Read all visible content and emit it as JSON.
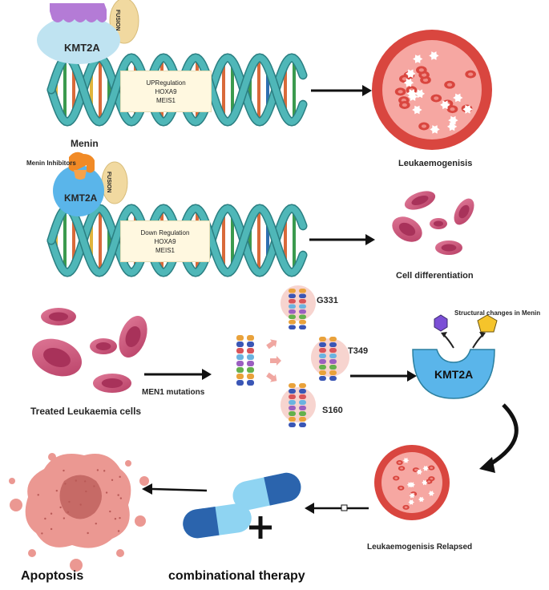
{
  "top_panel": {
    "protein_label": "KMT2A",
    "fusion_label": "FUSION",
    "box_lines": [
      "UPRegulation",
      "HOXA9",
      "MEIS1"
    ],
    "outcome_label": "Leukaemogenisis"
  },
  "middle_panel": {
    "menin_label": "Menin",
    "inhibitor_label": "Menin Inhibitors",
    "protein_label": "KMT2A",
    "fusion_label": "FUSION",
    "box_lines": [
      "Down Regulation",
      "HOXA9",
      "MEIS1"
    ],
    "outcome_label": "Cell differentiation"
  },
  "resistance_panel": {
    "treated_label": "Treated Leukaemia cells",
    "mutation_label": "MEN1 mutations",
    "mutation_sites": [
      "G331",
      "T349",
      "S160"
    ],
    "structural_label": "Structural  changes in Menin",
    "protein_label": "KMT2A"
  },
  "bottom_panel": {
    "relapse_label": "Leukaemogenisis Relapsed",
    "therapy_label": "combinational therapy",
    "apoptosis_label": "Apoptosis"
  },
  "colors": {
    "helix_backbone": "#4fb7b8",
    "helix_dark": "#2b7f82",
    "blood_cell": "#c94d73",
    "leukemia_rim": "#d9463f",
    "leukemia_fill": "#f6a7a2",
    "kmt2a_blue": "#5ab5ea",
    "kmt2a_light": "#bfe3f1",
    "menin_orange": "#f18a26",
    "fusion_cream": "#f1d9a0",
    "purple_cap": "#b47bd6",
    "capsule_dark": "#2b64ad",
    "capsule_light": "#8fd4f2",
    "apoptosis_pink": "#eb9892"
  }
}
